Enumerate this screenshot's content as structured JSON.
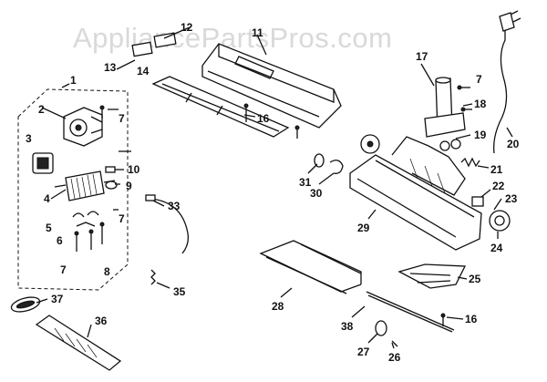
{
  "watermark": "AppliancePartsPros.com",
  "callouts": [
    "1",
    "2",
    "3",
    "4",
    "5",
    "6",
    "7",
    "7",
    "7",
    "7",
    "8",
    "9",
    "10",
    "11",
    "12",
    "13",
    "14",
    "16",
    "16",
    "17",
    "18",
    "19",
    "20",
    "21",
    "22",
    "23",
    "24",
    "25",
    "26",
    "27",
    "28",
    "29",
    "30",
    "31",
    "33",
    "35",
    "36",
    "37",
    "38"
  ]
}
